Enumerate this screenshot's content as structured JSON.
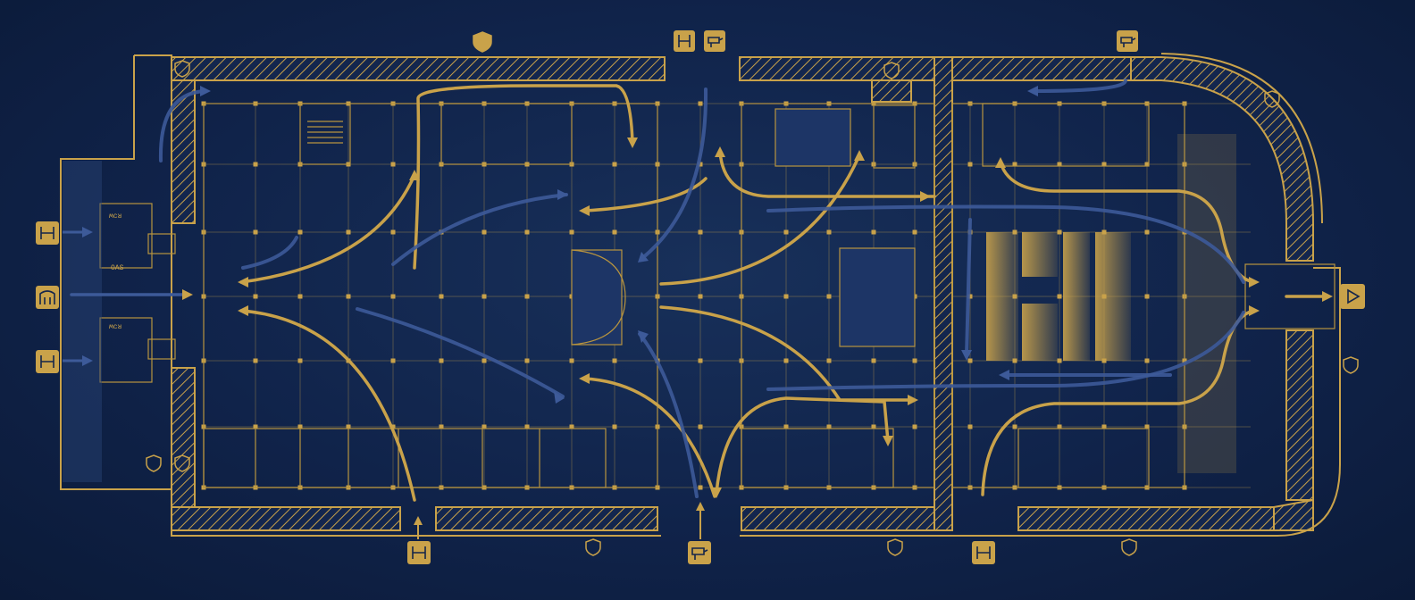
{
  "plan": {
    "room_labels": [
      "OAS",
      "ʍcᴚ",
      "ʍcᴚ"
    ]
  },
  "colors": {
    "background": "#10234a",
    "line_gold": "#c9a24a",
    "flow_blue": "#3d5a99",
    "icon_fill": "#c9a24a",
    "icon_glyph": "#14254b"
  },
  "icons": {
    "entrance": "turnstile-icon",
    "camera": "security-camera-icon",
    "guard": "security-shield-icon",
    "exit": "exit-arrow-icon",
    "gate": "gate-icon"
  }
}
